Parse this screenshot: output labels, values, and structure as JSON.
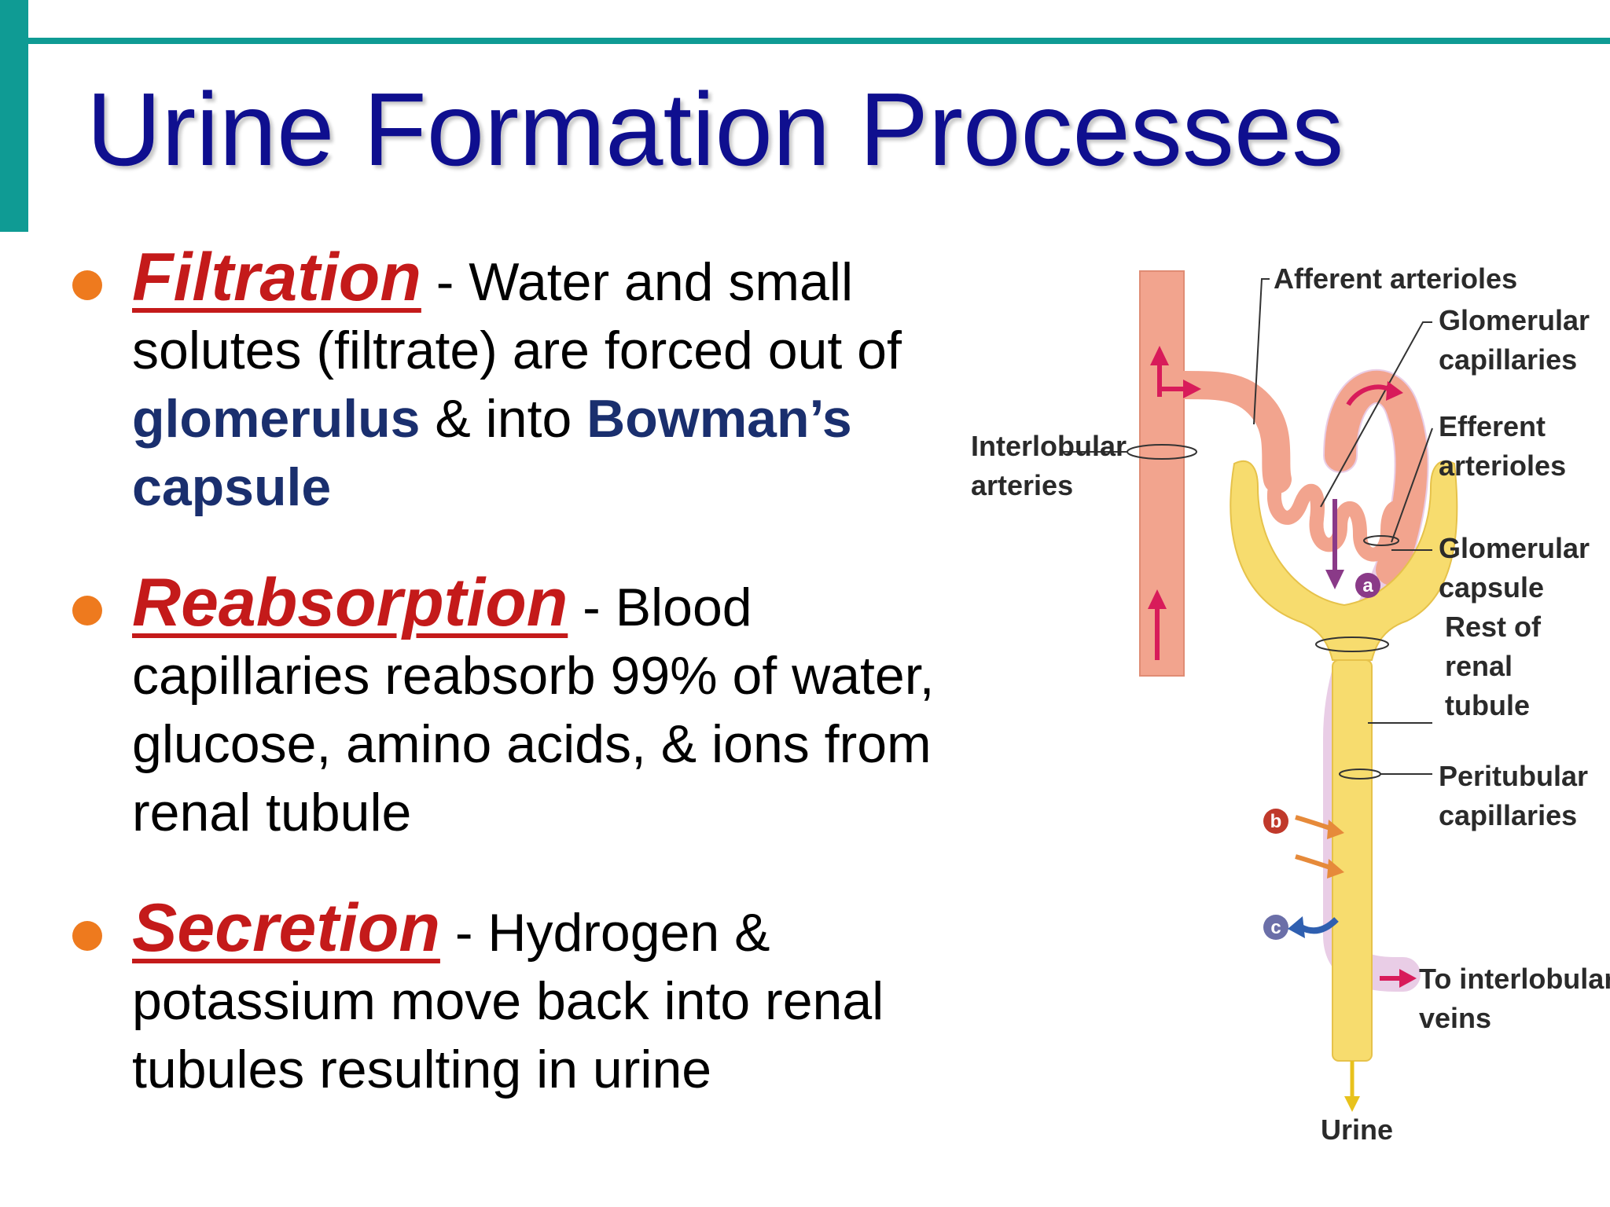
{
  "title": "Urine Formation Processes",
  "bullets": [
    {
      "term": "Filtration",
      "sep": " - ",
      "text1": "Water and small solutes (filtrate) are forced out of ",
      "bold1": "glomerulus",
      "text2": " & into ",
      "bold2": "Bowman’s capsule"
    },
    {
      "term": "Reabsorption",
      "sep": " - ",
      "text1": "Blood capillaries reabsorb 99% of water, glucose, amino acids, & ions from renal tubule"
    },
    {
      "term": "Secretion",
      "sep": " - ",
      "text1": "Hydrogen & potassium move back into renal tubules resulting in urine"
    }
  ],
  "diagram": {
    "labels": {
      "afferent": "Afferent arterioles",
      "glom_cap_1": "Glomerular",
      "glom_cap_2": "capillaries",
      "efferent_1": "Efferent",
      "efferent_2": "arterioles",
      "interlobular_1": "Interlobular",
      "interlobular_2": "arteries",
      "glom_capsule_1": "Glomerular",
      "glom_capsule_2": "capsule",
      "rest_1": "Rest of",
      "rest_2": "renal",
      "rest_3": "tubule",
      "peritubular_1": "Peritubular",
      "peritubular_2": "capillaries",
      "veins_1": "To interlobular",
      "veins_2": "veins",
      "urine": "Urine"
    },
    "markers": {
      "a": "a",
      "b": "b",
      "c": "c"
    },
    "colors": {
      "artery": "#f2a48e",
      "tubule": "#f7dc6e",
      "peritubular": "#e9cde6",
      "arrow_red": "#d81b5a",
      "arrow_orange": "#e68a3a",
      "arrow_blue": "#2f5fb0",
      "marker_purple": "#8a3a88",
      "arrow_yellow": "#e8c21c"
    }
  }
}
